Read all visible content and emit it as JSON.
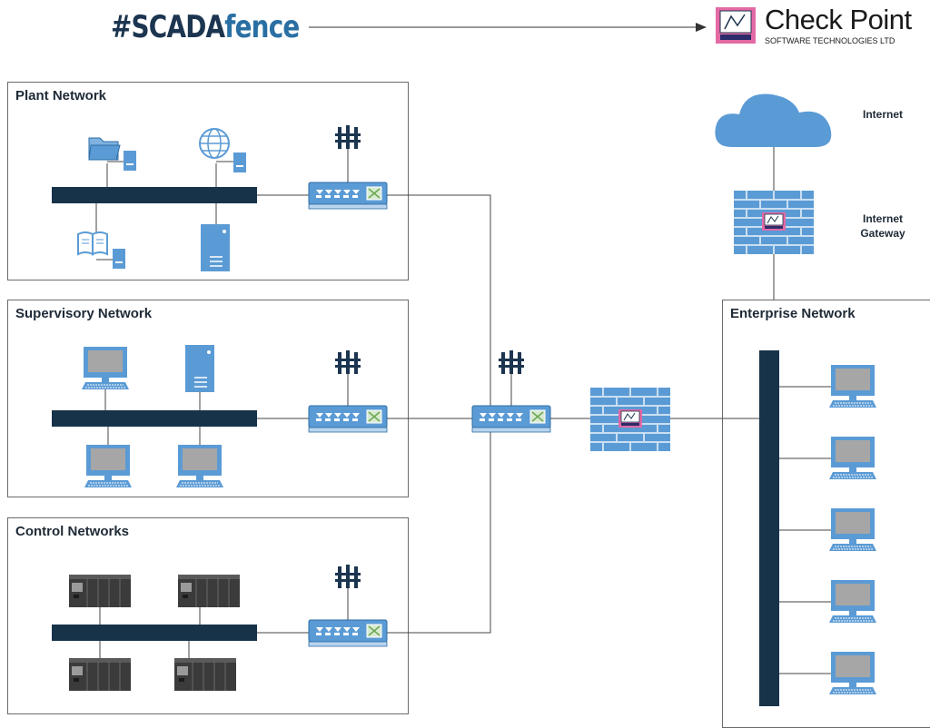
{
  "header": {
    "vendor_logo": {
      "part1": "#SCADA",
      "part2": "fence"
    },
    "partner_logo": {
      "name": "Check Point",
      "subtitle": "SOFTWARE TECHNOLOGIES LTD"
    }
  },
  "zones": {
    "plant": {
      "title": "Plant Network"
    },
    "supervisory": {
      "title": "Supervisory Network"
    },
    "control": {
      "title": "Control Networks"
    },
    "enterprise": {
      "title": "Enterprise Network"
    }
  },
  "labels": {
    "internet": "Internet",
    "gateway_line1": "Internet",
    "gateway_line2": "Gateway"
  },
  "colors": {
    "bus": "#17334a",
    "device": "#5b9bd5",
    "firewall_fill": "#5b9bd5",
    "firewall_mortar": "#c9dff2",
    "plc_body": "#3f3f3f",
    "checkpoint_pink": "#e36aa5"
  },
  "icons": [
    "folder-icon",
    "globe-icon",
    "book-icon",
    "server-icon",
    "computer-icon",
    "plc-icon",
    "switch-icon",
    "sensor-icon",
    "firewall-icon",
    "cloud-icon"
  ]
}
